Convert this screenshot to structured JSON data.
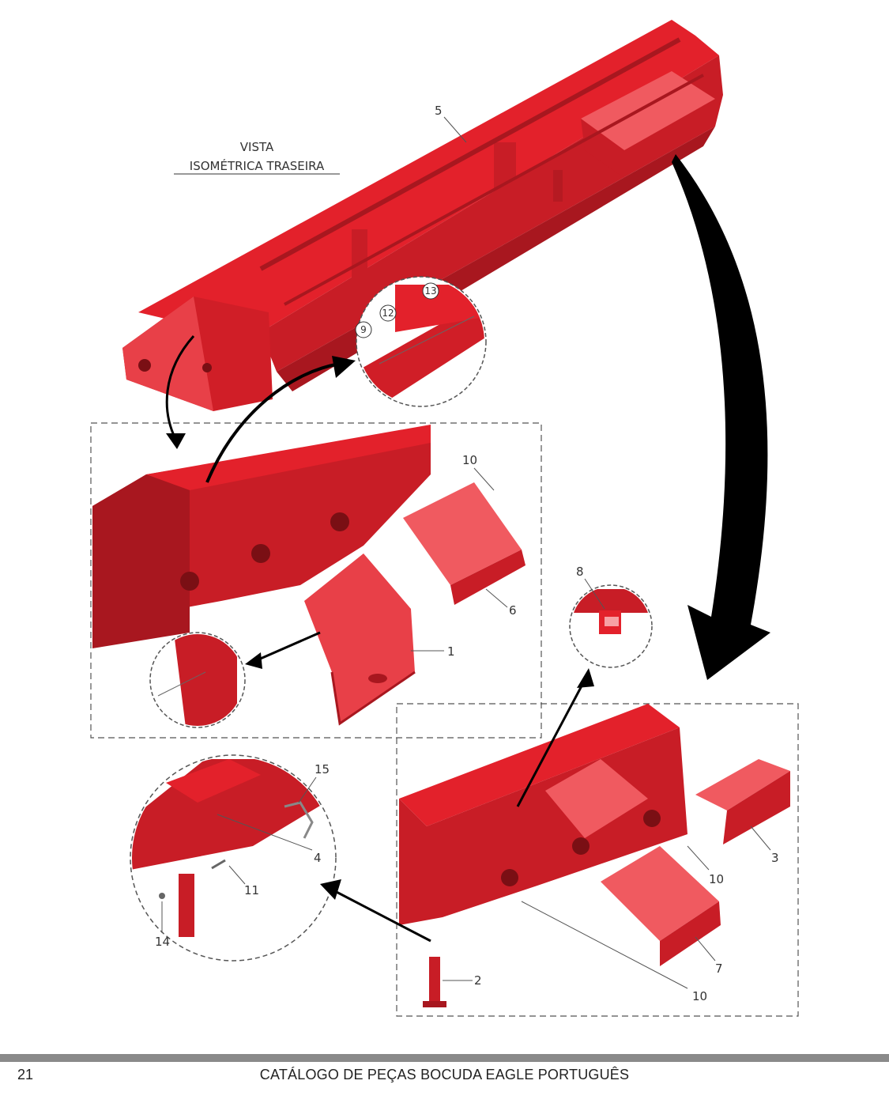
{
  "view_title": {
    "line1": "VISTA",
    "line2": "ISOMÉTRICA TRASEIRA"
  },
  "callouts": {
    "c1": "1",
    "c2": "2",
    "c3": "3",
    "c4": "4",
    "c5": "5",
    "c6": "6",
    "c7": "7",
    "c8": "8",
    "c9": "9",
    "c10a": "10",
    "c10b": "10",
    "c10c": "10",
    "c11": "11",
    "c12": "12",
    "c13": "13",
    "c14": "14",
    "c15": "15"
  },
  "colors": {
    "part_red": "#e3212b",
    "part_dark": "#b51a22",
    "part_light": "#f05a60",
    "arrow": "#000000",
    "footer_bar": "#8a8a8a"
  },
  "footer": {
    "page_number": "21",
    "title": "CATÁLOGO DE PEÇAS BOCUDA EAGLE PORTUGUÊS"
  }
}
